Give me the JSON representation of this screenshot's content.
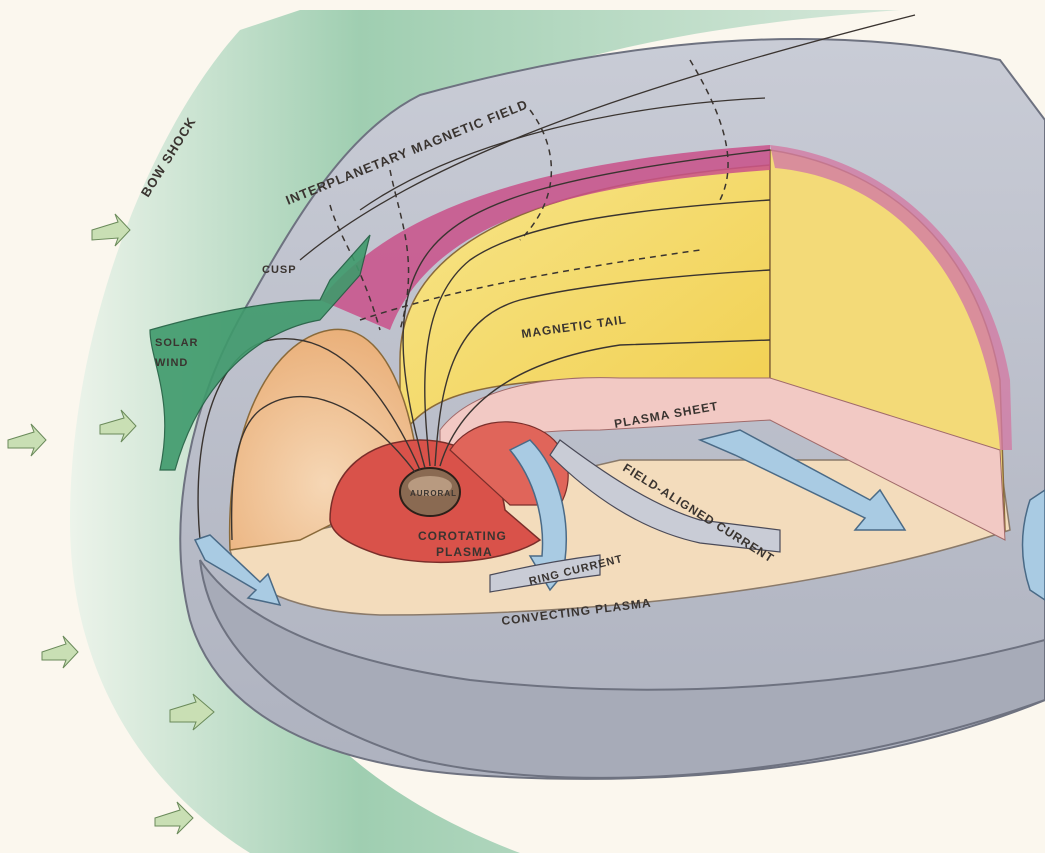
{
  "labels": {
    "bow_shock": "BOW SHOCK",
    "interplanetary_field": "INTERPLANETARY MAGNETIC FIELD",
    "cusp": "CUSP",
    "solar_wind_line1": "SOLAR",
    "solar_wind_line2": "WIND",
    "magnetic_tail": "MAGNETIC TAIL",
    "plasma_sheet": "PLASMA SHEET",
    "auroral": "AURORAL",
    "corotating_line1": "COROTATING",
    "corotating_line2": "PLASMA",
    "field_aligned_current": "FIELD-ALIGNED CURRENT",
    "ring_current": "RING CURRENT",
    "convecting_plasma": "CONVECTING PLASMA"
  },
  "colors": {
    "solar_wind_green": "#8fc7a6",
    "magnetosheath_gray": "#b8bcc8",
    "tail_yellow": "#f5dd6a",
    "boundary_magenta": "#c9508a",
    "plasma_pink": "#f2c9c4",
    "corotating_red": "#d9524a",
    "convecting_peach": "#f3dcbc",
    "current_blue": "#a9cbe3",
    "earth_brown": "#8a6a52"
  }
}
